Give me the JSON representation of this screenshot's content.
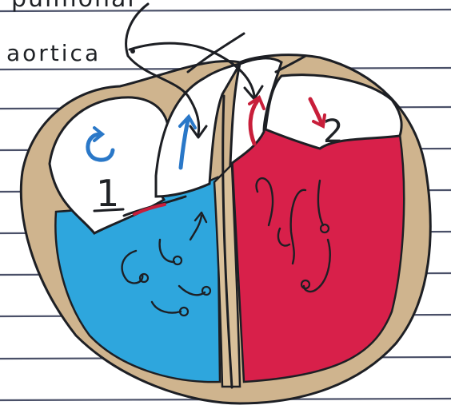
{
  "labels": {
    "top_partial": "pulmonar",
    "aortic": "aortica",
    "chamber_one": "1",
    "chamber_two": "2"
  },
  "colors": {
    "paper": "#ffffff",
    "ruled_line": "#4a5068",
    "wall": "#cfb48e",
    "wall_dark": "#b99a70",
    "right_chamber_blood": "#2ea6dd",
    "left_chamber_blood": "#d8204a",
    "flow_arrow_blue": "#2a78c8",
    "flow_arrow_red": "#c81e3a",
    "ink": "#1d1f24"
  }
}
